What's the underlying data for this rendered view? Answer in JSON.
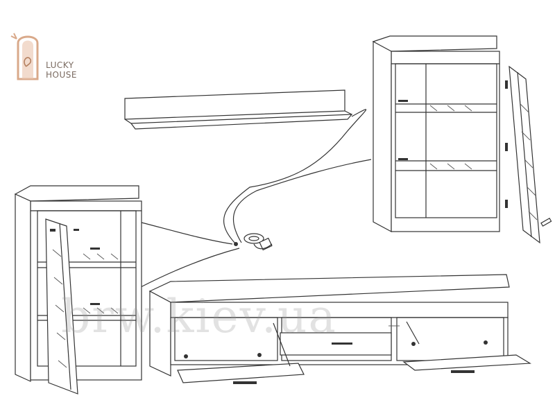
{
  "brand": {
    "name_line1": "LUCKY",
    "name_line2": "HOUSE",
    "color": "#d9a98a",
    "icon": "arch-logo-icon"
  },
  "watermark": {
    "text": "brw.kiev.ua"
  },
  "colors": {
    "line": "#333333",
    "background": "#ffffff"
  }
}
